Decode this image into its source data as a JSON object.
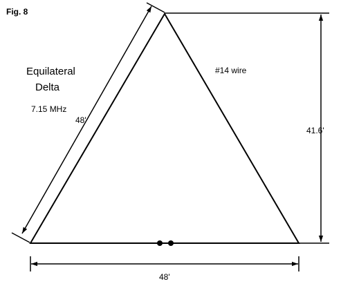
{
  "figure_label": "Fig. 8",
  "title_line1": "Equilateral",
  "title_line2": "Delta",
  "frequency": "7.15 MHz",
  "wire_label": "#14 wire",
  "dimensions": {
    "side": "48'",
    "height": "41.6'",
    "base": "48'"
  },
  "colors": {
    "line": "#000000",
    "background": "#ffffff"
  }
}
